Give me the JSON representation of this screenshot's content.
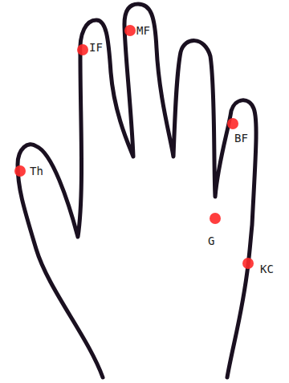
{
  "diagram": {
    "labels": [
      "IF",
      "MF",
      "Th",
      "BF",
      "G",
      "KC"
    ]
  }
}
